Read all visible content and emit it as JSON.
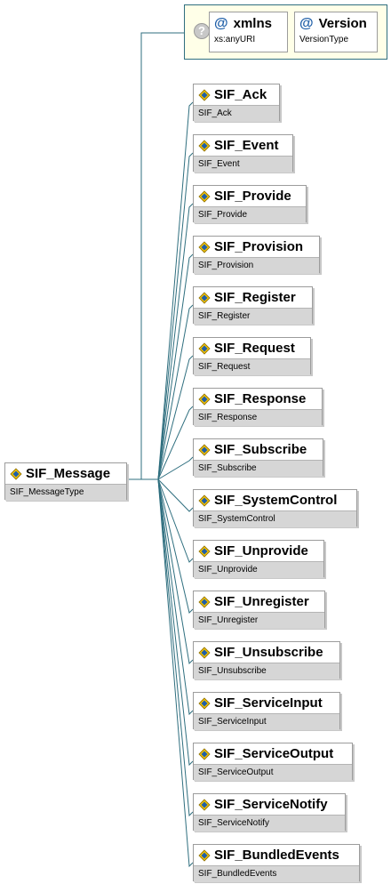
{
  "attributes": {
    "info_icon": "?",
    "items": [
      {
        "name": "xmlns",
        "type": "xs:anyURI",
        "icon": "at-sign-icon"
      },
      {
        "name": "Version",
        "type": "VersionType",
        "icon": "at-sign-icon"
      }
    ]
  },
  "root": {
    "name": "SIF_Message",
    "type": "SIF_MessageType"
  },
  "children": [
    {
      "name": "SIF_Ack",
      "type": "SIF_Ack"
    },
    {
      "name": "SIF_Event",
      "type": "SIF_Event"
    },
    {
      "name": "SIF_Provide",
      "type": "SIF_Provide"
    },
    {
      "name": "SIF_Provision",
      "type": "SIF_Provision"
    },
    {
      "name": "SIF_Register",
      "type": "SIF_Register"
    },
    {
      "name": "SIF_Request",
      "type": "SIF_Request"
    },
    {
      "name": "SIF_Response",
      "type": "SIF_Response"
    },
    {
      "name": "SIF_Subscribe",
      "type": "SIF_Subscribe"
    },
    {
      "name": "SIF_SystemControl",
      "type": "SIF_SystemControl"
    },
    {
      "name": "SIF_Unprovide",
      "type": "SIF_Unprovide"
    },
    {
      "name": "SIF_Unregister",
      "type": "SIF_Unregister"
    },
    {
      "name": "SIF_Unsubscribe",
      "type": "SIF_Unsubscribe"
    },
    {
      "name": "SIF_ServiceInput",
      "type": "SIF_ServiceInput"
    },
    {
      "name": "SIF_ServiceOutput",
      "type": "SIF_ServiceOutput"
    },
    {
      "name": "SIF_ServiceNotify",
      "type": "SIF_ServiceNotify"
    },
    {
      "name": "SIF_BundledEvents",
      "type": "SIF_BundledEvents"
    }
  ],
  "colors": {
    "connector": "#2f6f7f",
    "attribute_group_bg": "#ffffe8",
    "type_bar": "#d6d6d6",
    "icon_blue": "#1f5fa8",
    "icon_yellow": "#f2c100"
  }
}
